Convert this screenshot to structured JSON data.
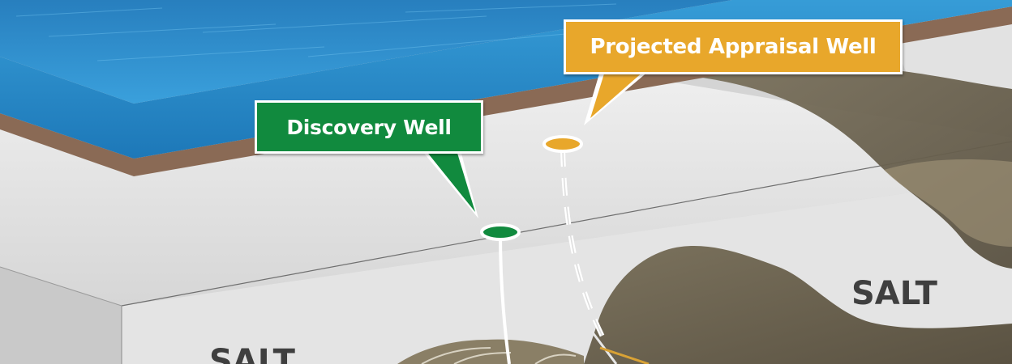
{
  "callouts": {
    "discovery": {
      "label": "Discovery Well",
      "color": "#118a3e"
    },
    "appraisal": {
      "label": "Projected Appraisal Well",
      "color": "#e8a72b"
    }
  },
  "formations": {
    "salt_right": "SALT",
    "salt_left": "SALT"
  },
  "colors": {
    "sea": "#2a8fd0",
    "seabed": "#8a6a55",
    "salt": "#e7e7e7",
    "rock": "#6b6350"
  }
}
